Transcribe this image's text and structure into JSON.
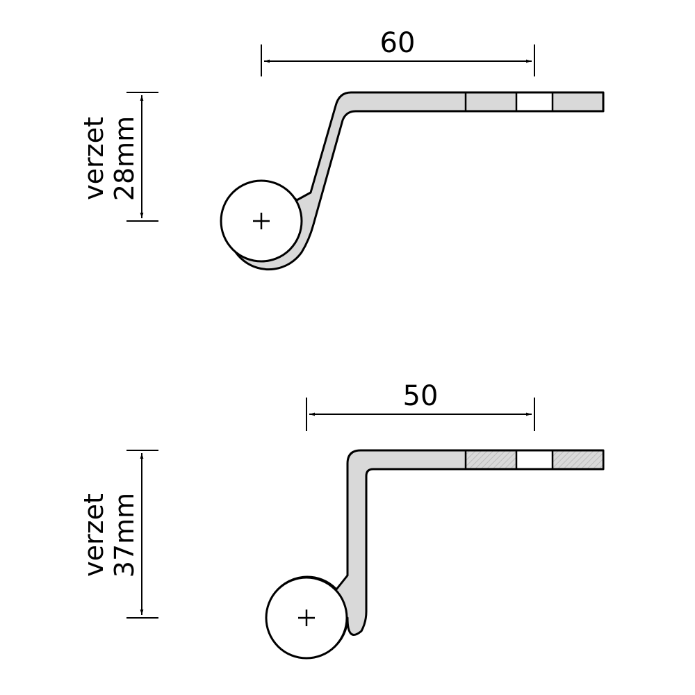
{
  "drawings": [
    {
      "id": "top",
      "horizontal_dimension": "60",
      "offset_label_line1": "verzet",
      "offset_label_line2": "28mm"
    },
    {
      "id": "bottom",
      "horizontal_dimension": "50",
      "offset_label_line1": "verzet",
      "offset_label_line2": "37mm"
    }
  ],
  "colors": {
    "part_fill": "#d9d9d9",
    "outline": "#000000",
    "hatch": "#bbbbbb"
  }
}
